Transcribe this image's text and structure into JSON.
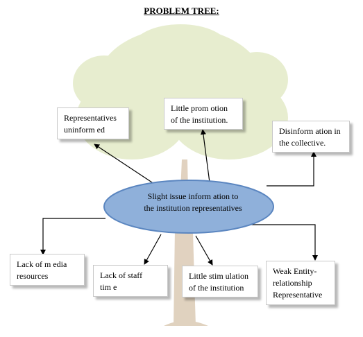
{
  "title": "PROBLEM TREE:",
  "colors": {
    "ellipse_fill": "#8fb0da",
    "ellipse_stroke": "#5b86c0",
    "leaf": "#dfe8c0",
    "trunk": "#d9c7b0",
    "arrow": "#000000",
    "box_border": "#c8c8c8"
  },
  "core_problem": [
    "Slight issue inform ation to",
    "the institution representatives"
  ],
  "effects": {
    "representatives_uninformed": [
      "Representatives",
      "uninform ed"
    ],
    "little_promotion": [
      "Little prom otion",
      "of the institution."
    ],
    "disinformation": [
      "Disinform ation in",
      "the collective."
    ]
  },
  "causes": {
    "lack_media": [
      "Lack of m edia",
      "resources"
    ],
    "lack_staff": [
      "Lack of staff",
      "tim e"
    ],
    "little_stimulation": [
      "Little stim ulation",
      "of the institution"
    ],
    "weak_relationship": [
      "Weak Entity-",
      "relationship",
      "Representative"
    ]
  }
}
